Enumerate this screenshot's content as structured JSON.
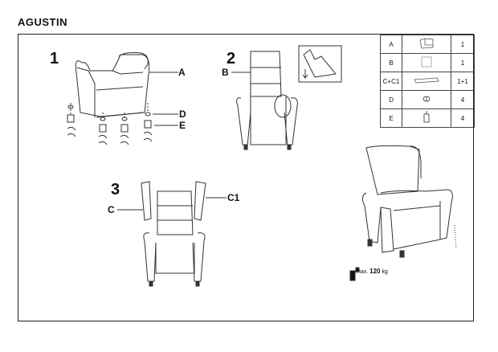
{
  "title": "AGUSTIN",
  "steps": [
    "1",
    "2",
    "3"
  ],
  "labels": {
    "a": "A",
    "b": "B",
    "c": "C",
    "c1": "C1",
    "d": "D",
    "e": "E"
  },
  "parts_table": [
    {
      "id": "A",
      "icon": "armchair-body-icon",
      "qty": "1"
    },
    {
      "id": "B",
      "icon": "backrest-cushion-icon",
      "qty": "1"
    },
    {
      "id": "C+C1",
      "icon": "side-panel-icon",
      "qty": "1+1"
    },
    {
      "id": "D",
      "icon": "screw-icon",
      "qty": "4"
    },
    {
      "id": "E",
      "icon": "foot-icon",
      "qty": "4"
    }
  ],
  "max_load": {
    "prefix": "max.",
    "value": "120",
    "unit": "kg"
  }
}
